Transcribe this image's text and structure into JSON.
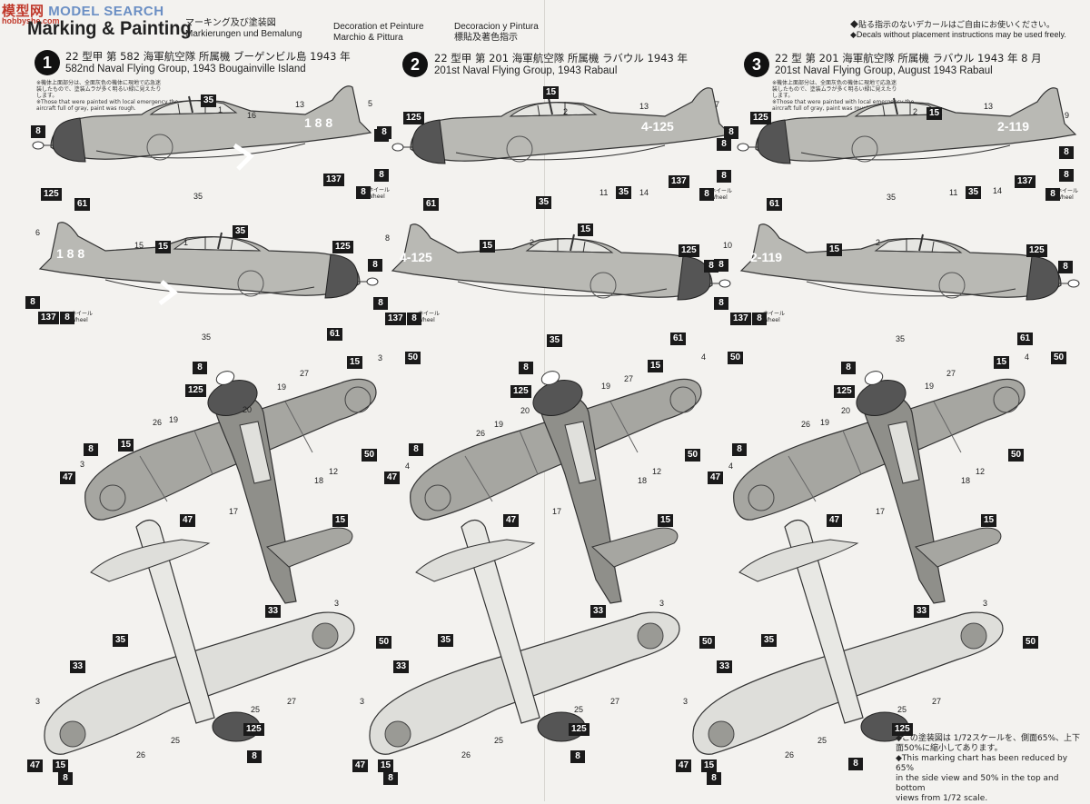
{
  "watermark": {
    "logo": "模型网",
    "search": "MODEL SEARCH",
    "domain": "hobbyshe.com"
  },
  "header": {
    "title": "Marking & Painting",
    "jp": "マーキング及び塗装図",
    "de": "Markierungen und Bemalung",
    "fr": "Decoration et Peinture",
    "it": "Marchio & Pittura",
    "es": "Decoracion y Pintura",
    "cn": "標貼及著色指示",
    "note_jp": "◆貼る指示のないデカールはご自由にお使いください。",
    "note_en": "◆Decals without placement instructions may be used freely."
  },
  "schemes": [
    {
      "num": "1",
      "jp": "22 型甲 第 582 海軍航空隊 所属機 ブーゲンビル島 1943 年",
      "en": "582nd Naval Flying Group, 1943 Bougainville Island",
      "note_jp1": "※機体上面部分は、全面灰色の機体に現地で応急迷",
      "note_jp2": "装したもので、塗装ムラが多く明るい緑に見えたり",
      "note_jp3": "します。",
      "note_en1": "※Those that were painted with local emergency the",
      "note_en2": "aircraft full of gray, paint was rough.",
      "tail": "1 8 8"
    },
    {
      "num": "2",
      "jp": "22 型甲 第 201 海軍航空隊 所属機 ラバウル 1943 年",
      "en": "201st Naval Flying Group, 1943 Rabaul",
      "tail": "4-125"
    },
    {
      "num": "3",
      "jp": "22 型 第 201 海軍航空隊 所属機 ラバウル 1943 年 8 月",
      "en": "201st Naval Flying Group, August 1943 Rabaul",
      "note_jp1": "※機体上面部分は、全面灰色の機体に現地で応急迷",
      "note_jp2": "装したもので、塗装ムラが多く明るい緑に見えたり",
      "note_jp3": "します。",
      "note_en1": "※Those that were painted with local emergency the",
      "note_en2": "aircraft full of gray, paint was rough.",
      "tail": "2-119"
    }
  ],
  "wheel": {
    "jp": "ホイール",
    "en": "Wheel"
  },
  "callouts": {
    "c1": "1",
    "c2": "2",
    "c3": "3",
    "c4": "4",
    "c5": "5",
    "c6": "6",
    "c7": "7",
    "c8": "8",
    "c9": "9",
    "c10": "10",
    "c11": "11",
    "c12": "12",
    "c13": "13",
    "c14": "14",
    "c15": "15",
    "c16": "16",
    "c17": "17",
    "c18": "18",
    "c19": "19",
    "c20": "20",
    "c25": "25",
    "c26": "26",
    "c27": "27",
    "c33": "33",
    "c35": "35",
    "c47": "47",
    "c50": "50",
    "c61": "61",
    "c125": "125",
    "c137": "137"
  },
  "chart_note": {
    "jp1": "◆この塗装図は 1/72スケールを、側面65%、上下",
    "jp2": "面50%に縮小してあります。",
    "en1": "◆This marking chart has been reduced by 65%",
    "en2": "in the side view and 50% in the top and bottom",
    "en3": "views from 1/72 scale."
  }
}
